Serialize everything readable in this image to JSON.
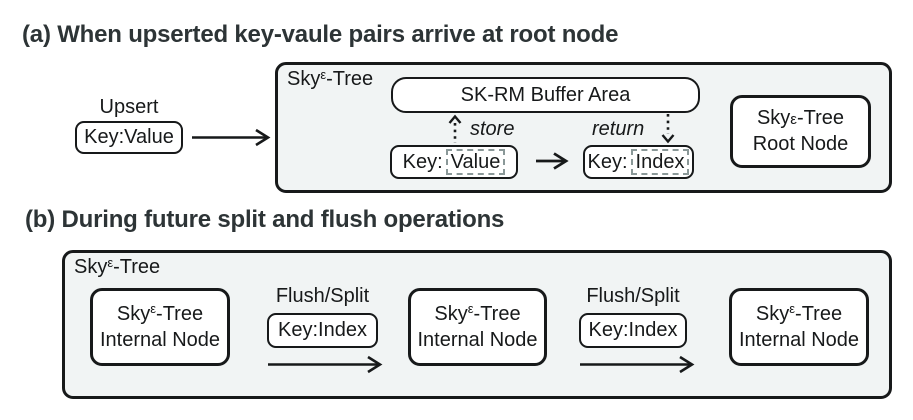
{
  "colors": {
    "ink": "#17191a",
    "title": "#2d3436",
    "fill": "#f1f4f4",
    "dotted": "#8a9898"
  },
  "sky": {
    "base": "Sky",
    "eps": "ε",
    "rest": "-Tree"
  },
  "section_a": {
    "title": "(a) When upserted key-vaule pairs arrive at root node",
    "upsert_label": "Upsert",
    "upsert_box": "Key:Value",
    "buffer_label": "SK-RM Buffer Area",
    "store_label": "store",
    "return_label": "return",
    "key_value": {
      "key": "Key:",
      "value": "Value"
    },
    "key_index": {
      "key": "Key:",
      "value": "Index"
    },
    "root_node_line2": "Root Node"
  },
  "section_b": {
    "title": "(b) During future split and flush operations",
    "internal_nodes": [
      {
        "line2": "Internal Node"
      },
      {
        "line2": "Internal Node"
      },
      {
        "line2": "Internal Node"
      }
    ],
    "transfers": [
      {
        "label": "Flush/Split",
        "box": "Key:Index"
      },
      {
        "label": "Flush/Split",
        "box": "Key:Index"
      }
    ]
  }
}
